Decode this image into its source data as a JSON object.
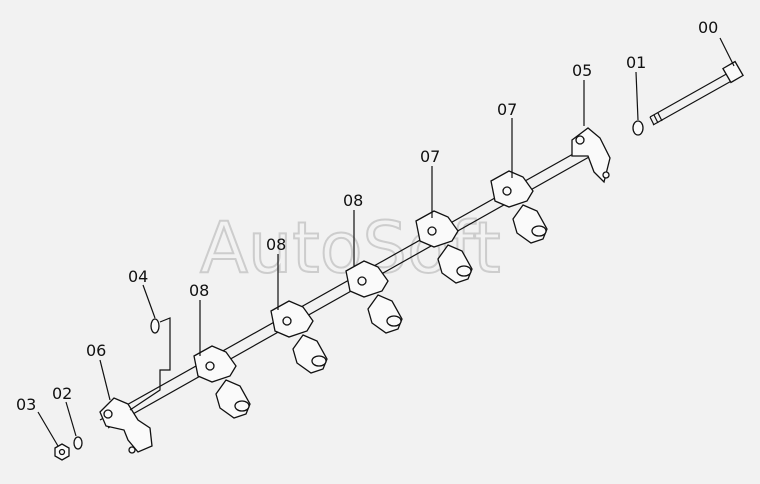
{
  "watermark": "AutoSoft",
  "labels": {
    "p00": "00",
    "p01": "01",
    "p05": "05",
    "p07a": "07",
    "p07b": "07",
    "p08a": "08",
    "p08b": "08",
    "p08c": "08",
    "p04": "04",
    "p06": "06",
    "p02": "02",
    "p03": "03"
  }
}
